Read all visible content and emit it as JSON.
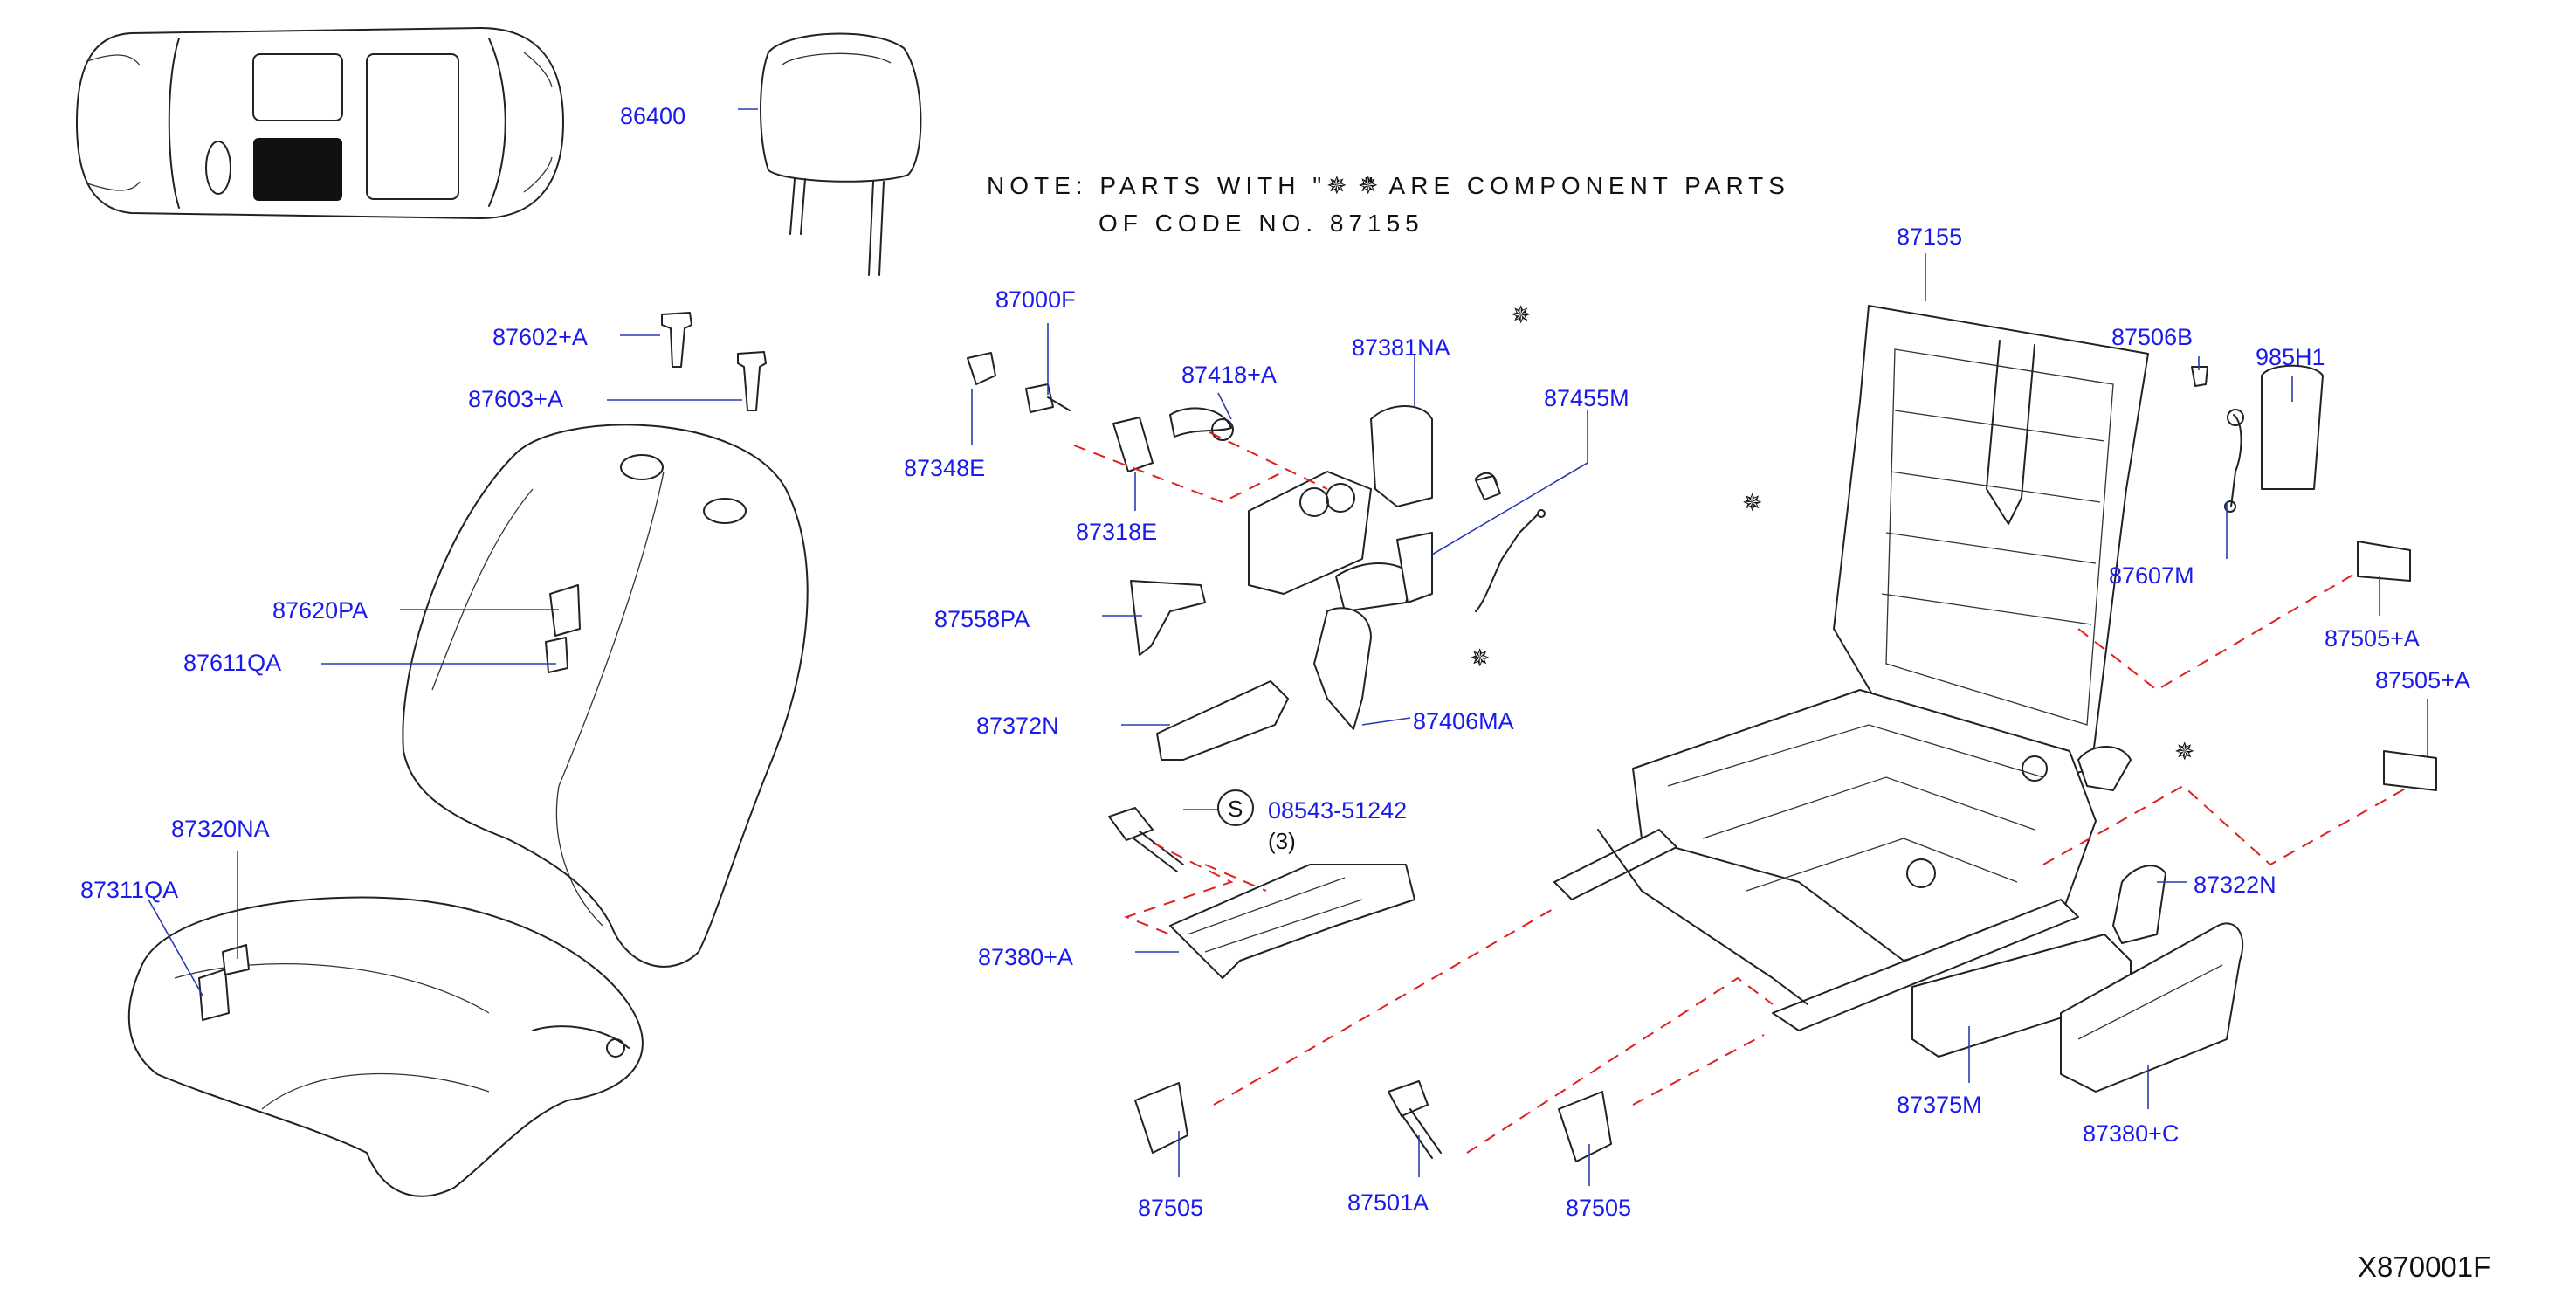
{
  "diagram": {
    "note_line1": "NOTE: PARTS WITH \"✵ \" ARE COMPONENT PARTS",
    "note_line2": "OF CODE NO. 87155",
    "diagram_code": "X870001F",
    "callouts": {
      "p86400": "86400",
      "p87602A": "87602+A",
      "p87603A": "87603+A",
      "p87620PA": "87620PA",
      "p87611QA": "87611QA",
      "p87320NA": "87320NA",
      "p87311QA": "87311QA",
      "p87000F": "87000F",
      "p87348E": "87348E",
      "p87418A": "87418+A",
      "p87318E": "87318E",
      "p87381NA": "87381NA",
      "p87455M": "87455M",
      "p87558PA": "87558PA",
      "p87372N": "87372N",
      "p87406MA": "87406MA",
      "p08543": "08543-51242",
      "p08543_qty": "(3)",
      "p_s_symbol": "S",
      "p87380A": "87380+A",
      "p87505_left": "87505",
      "p87501A": "87501A",
      "p87505_mid": "87505",
      "p87155": "87155",
      "p87506B": "87506B",
      "p985H1": "985H1",
      "p87607M": "87607M",
      "p87505A_top": "87505+A",
      "p87505A_mid": "87505+A",
      "p87322N": "87322N",
      "p87375M": "87375M",
      "p87380C": "87380+C"
    }
  }
}
